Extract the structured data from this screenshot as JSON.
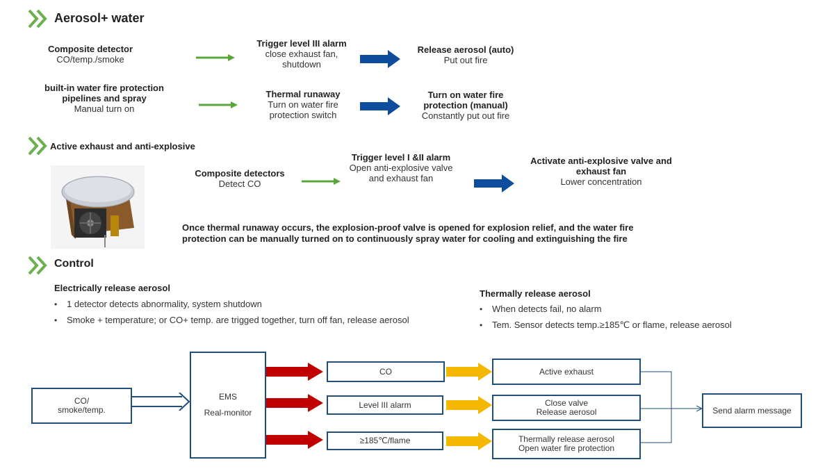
{
  "sections": {
    "aerosol_water": {
      "title": "Aerosol+ water"
    },
    "exhaust": {
      "title": "Active exhaust and anti-explosive"
    },
    "control": {
      "title": "Control"
    }
  },
  "row1": {
    "detector": {
      "title": "Composite detector",
      "sub": "CO/temp./smoke"
    },
    "trigger": {
      "title": "Trigger level III  alarm",
      "line1": "close exhaust fan,",
      "line2": "shutdown"
    },
    "release": {
      "title": "Release aerosol (auto)",
      "sub": "Put out fire"
    }
  },
  "row2": {
    "water": {
      "line1": "built-in water fire protection",
      "line2": "pipelines and spray",
      "sub": "Manual turn on"
    },
    "runaway": {
      "title": "Thermal runaway",
      "line1": "Turn on water fire",
      "line2": "protection switch"
    },
    "turnon": {
      "line1": "Turn on water fire",
      "line2": "protection (manual)",
      "sub": "Constantly put out fire"
    }
  },
  "row3": {
    "detectors": {
      "title": "Composite detectors",
      "sub": "Detect CO"
    },
    "trigger": {
      "title": "Trigger level I  &II alarm",
      "line1": "Open anti-explosive  valve",
      "line2": "and exhaust fan"
    },
    "activate": {
      "line1": "Activate anti-explosive valve and",
      "line2": "exhaust fan",
      "sub": "Lower concentration"
    }
  },
  "note": {
    "line1": "Once thermal runaway occurs, the explosion-proof valve is opened for explosion relief, and the water fire",
    "line2": "protection can be manually turned on to continuously  spray water for cooling and extinguishing  the fire"
  },
  "control": {
    "electrical": {
      "heading": "Electrically release aerosol",
      "bullets": [
        "1 detector detects abnormality,  system shutdown",
        "Smoke + temperature;  or   CO+ temp. are trigged together,  turn off fan,  release aerosol"
      ]
    },
    "thermal": {
      "heading": "Thermally release aerosol",
      "bullets": [
        "When detects fail,  no alarm",
        "Tem. Sensor detects temp.≥185℃ or flame,  release aerosol"
      ]
    }
  },
  "flow": {
    "input": {
      "line1": "CO/",
      "line2": "smoke/temp."
    },
    "ems": {
      "line1": "EMS",
      "line2": "Real-monitor"
    },
    "signals": [
      "CO",
      "Level III alarm",
      "≥185℃/flame"
    ],
    "actions": [
      {
        "line1": "Active  exhaust",
        "line2": ""
      },
      {
        "line1": "Close valve",
        "line2": "Release aerosol"
      },
      {
        "line1": "Thermally release aerosol",
        "line2": "Open water fire protection"
      }
    ],
    "output": "Send alarm message"
  },
  "colors": {
    "chevron": "#6ab04c",
    "green_arrow": "#5aa63a",
    "blue_arrow": "#0e4d9b",
    "red_arrow": "#c00000",
    "yellow_arrow": "#f5b800",
    "box_border": "#1f4e79"
  }
}
